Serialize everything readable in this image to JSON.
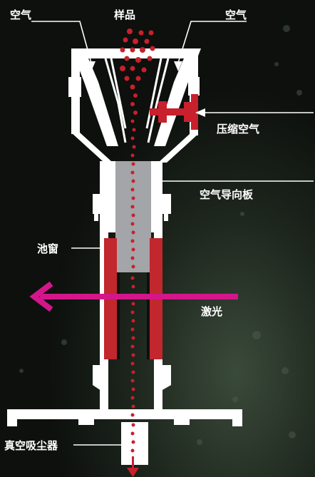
{
  "labels": {
    "air_left": "空气",
    "sample": "样品",
    "air_right": "空气",
    "compressed_air": "压缩空气",
    "air_guide_plate": "空气导向板",
    "cell_window": "池窗",
    "laser": "激光",
    "vacuum_cleaner": "真空吸尘器"
  },
  "colors": {
    "background": "#0d100d",
    "structure": "#ffffff",
    "particles": "#c8202c",
    "cell_window": "#c1272d",
    "guide_plate": "#a3a5a8",
    "laser": "#d4168a"
  }
}
